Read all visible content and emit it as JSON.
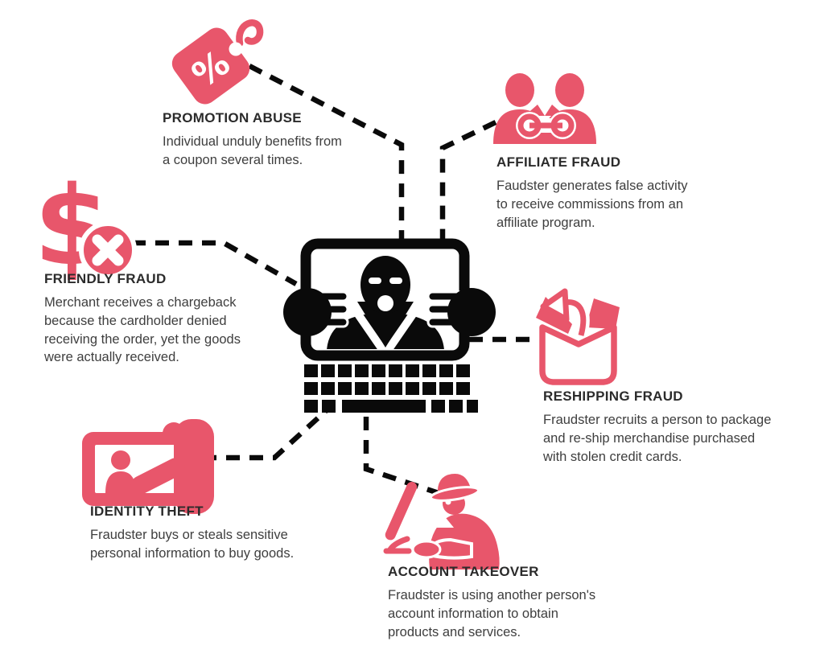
{
  "colors": {
    "accent": "#E8566B",
    "ink": "#0A0A0A",
    "heading": "#2B2B2B",
    "body": "#3E3E3E"
  },
  "center_icon": "masked-fraudster-holding-laptop",
  "items": [
    {
      "id": "promotion-abuse",
      "icon": "discount-tag-icon",
      "title": "PROMOTION ABUSE",
      "desc": "Individual unduly benefits from\na coupon several times."
    },
    {
      "id": "affiliate-fraud",
      "icon": "linked-affiliates-icon",
      "title": "AFFILIATE FRAUD",
      "desc": "Faudster generates false activity\nto receive commissions from an\naffiliate program."
    },
    {
      "id": "friendly-fraud",
      "icon": "dollar-cancel-icon",
      "title": "FRIENDLY FRAUD",
      "desc": "Merchant receives a chargeback\nbecause the cardholder denied\nreceiving the order, yet the goods\nwere actually received."
    },
    {
      "id": "reshipping-fraud",
      "icon": "open-box-return-arrow-icon",
      "title": "RESHIPPING FRAUD",
      "desc": "Fraudster recruits a person to package\nand re-ship merchandise purchased\nwith stolen credit cards."
    },
    {
      "id": "identity-theft",
      "icon": "id-card-in-hand-icon",
      "title": "IDENTITY THEFT",
      "desc": "Fraudster buys or steals sensitive\npersonal information to buy goods."
    },
    {
      "id": "account-takeover",
      "icon": "spy-at-computer-icon",
      "title": "ACCOUNT TAKEOVER",
      "desc": "Fraudster is using another person's\naccount information to obtain\nproducts and services."
    }
  ]
}
